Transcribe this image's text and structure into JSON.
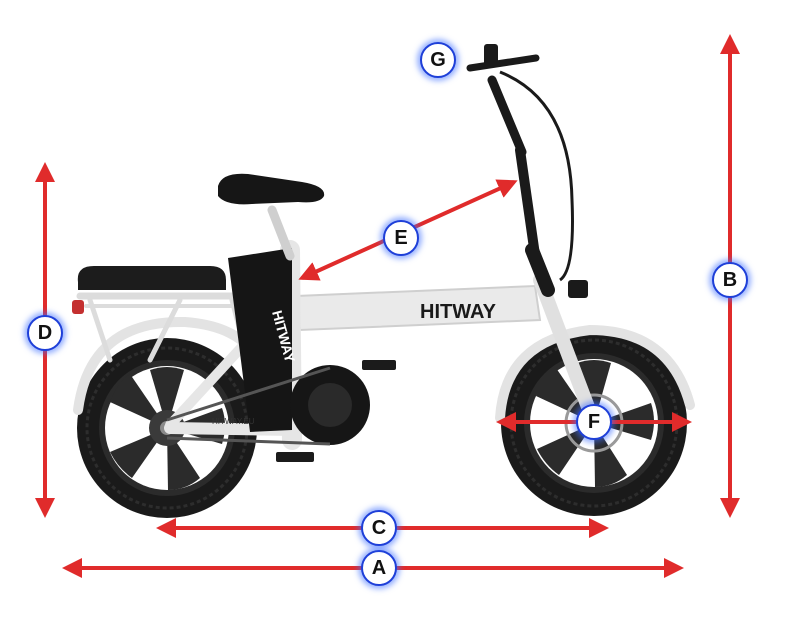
{
  "brand": {
    "frame_logo": "HITWAY",
    "battery_logo": "HITWAY",
    "chainstay_text": "HITWAY.EU"
  },
  "dimensions": [
    {
      "key": "A",
      "label": "A"
    },
    {
      "key": "B",
      "label": "B"
    },
    {
      "key": "C",
      "label": "C"
    },
    {
      "key": "D",
      "label": "D"
    },
    {
      "key": "E",
      "label": "E"
    },
    {
      "key": "F",
      "label": "F"
    },
    {
      "key": "G",
      "label": "G"
    }
  ],
  "colors": {
    "arrow": "#e02b2b",
    "badge_ring": "#1e3fd8",
    "frame": "#e9e9ea",
    "tire": "#1a1a1a",
    "rim": "#2b2b2b"
  }
}
